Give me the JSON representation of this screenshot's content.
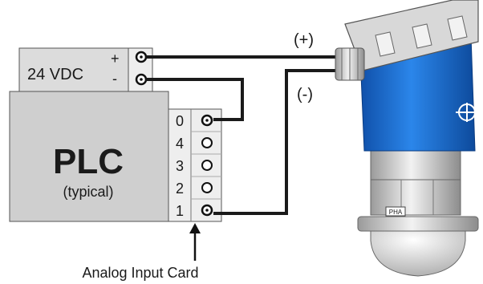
{
  "power_supply": {
    "label": "24 VDC",
    "plus": "+",
    "minus": "-"
  },
  "plc": {
    "title": "PLC",
    "subtitle": "(typical)"
  },
  "input_card": {
    "terminals": [
      "0",
      "4",
      "3",
      "2",
      "1"
    ],
    "caption": "Analog Input Card"
  },
  "wires": {
    "positive_label": "(+)",
    "negative_label": "(-)"
  },
  "transmitter": {
    "badge": "PHA"
  },
  "colors": {
    "panel_gray": "#dcdcdc",
    "plc_gray": "#cfcfcf",
    "wire": "#1a1a1a",
    "housing_blue": "#1f6fd1",
    "housing_gray": "#d9d9d9"
  }
}
